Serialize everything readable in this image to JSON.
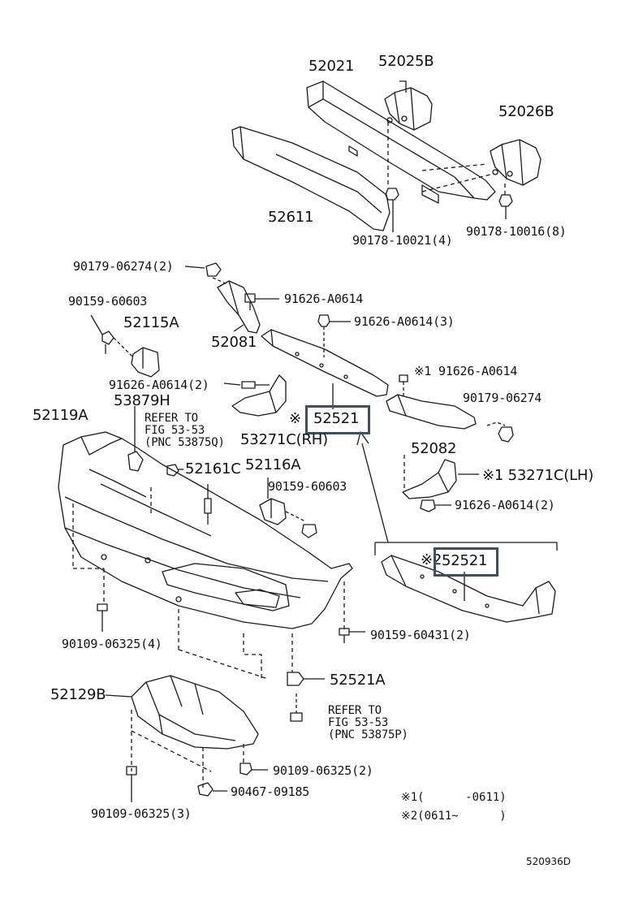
{
  "labels": {
    "p52021": "52021",
    "p52025b": "52025B",
    "p52026b": "52026B",
    "p52611": "52611",
    "b90178_10021": "90178-10021(4)",
    "b90178_10016": "90178-10016(8)",
    "b90179_06274_2": "90179-06274(2)",
    "b90159_60603_a": "90159-60603",
    "p52115a": "52115A",
    "b91626_a0614_a": "91626-A0614",
    "b91626_a0614_3": "91626-A0614(3)",
    "p52081": "52081",
    "b91626_a0614_2a": "91626-A0614(2)",
    "p53879h": "53879H",
    "ref1_line1": "REFER TO",
    "ref1_line2": "FIG 53-53",
    "ref1_line3": "(PNC 53875Q)",
    "p52119a": "52119A",
    "p52521_main": "52521",
    "p52521_main_mark": "※",
    "p53271c_rh": "53271C(RH)",
    "b91626_a0614_mark1": "※1 91626-A0614",
    "b90179_06274": "90179-06274",
    "p52082": "52082",
    "p53271c_lh": "※1 53271C(LH)",
    "b91626_a0614_2b": "91626-A0614(2)",
    "p52161c": "52161C",
    "p52116a": "52116A",
    "b90159_60603_b": "90159-60603",
    "p52521_alt": "52521",
    "p52521_alt_mark": "※2",
    "b90109_06325_4": "90109-06325(4)",
    "b90159_60431_2": "90159-60431(2)",
    "p52521a": "52521A",
    "p52129b": "52129B",
    "ref2_line1": "REFER TO",
    "ref2_line2": "FIG 53-53",
    "ref2_line3": "(PNC 53875P)",
    "b90109_06325_2": "90109-06325(2)",
    "b90467_09185": "90467-09185",
    "b90109_06325_3": "90109-06325(3)",
    "note1": "※1(      -0611)",
    "note2": "※2(0611~      )",
    "figure_code": "520936D"
  },
  "colors": {
    "line": "#1a1a1a",
    "highlight_box": "#3c5060",
    "background": "#ffffff"
  }
}
